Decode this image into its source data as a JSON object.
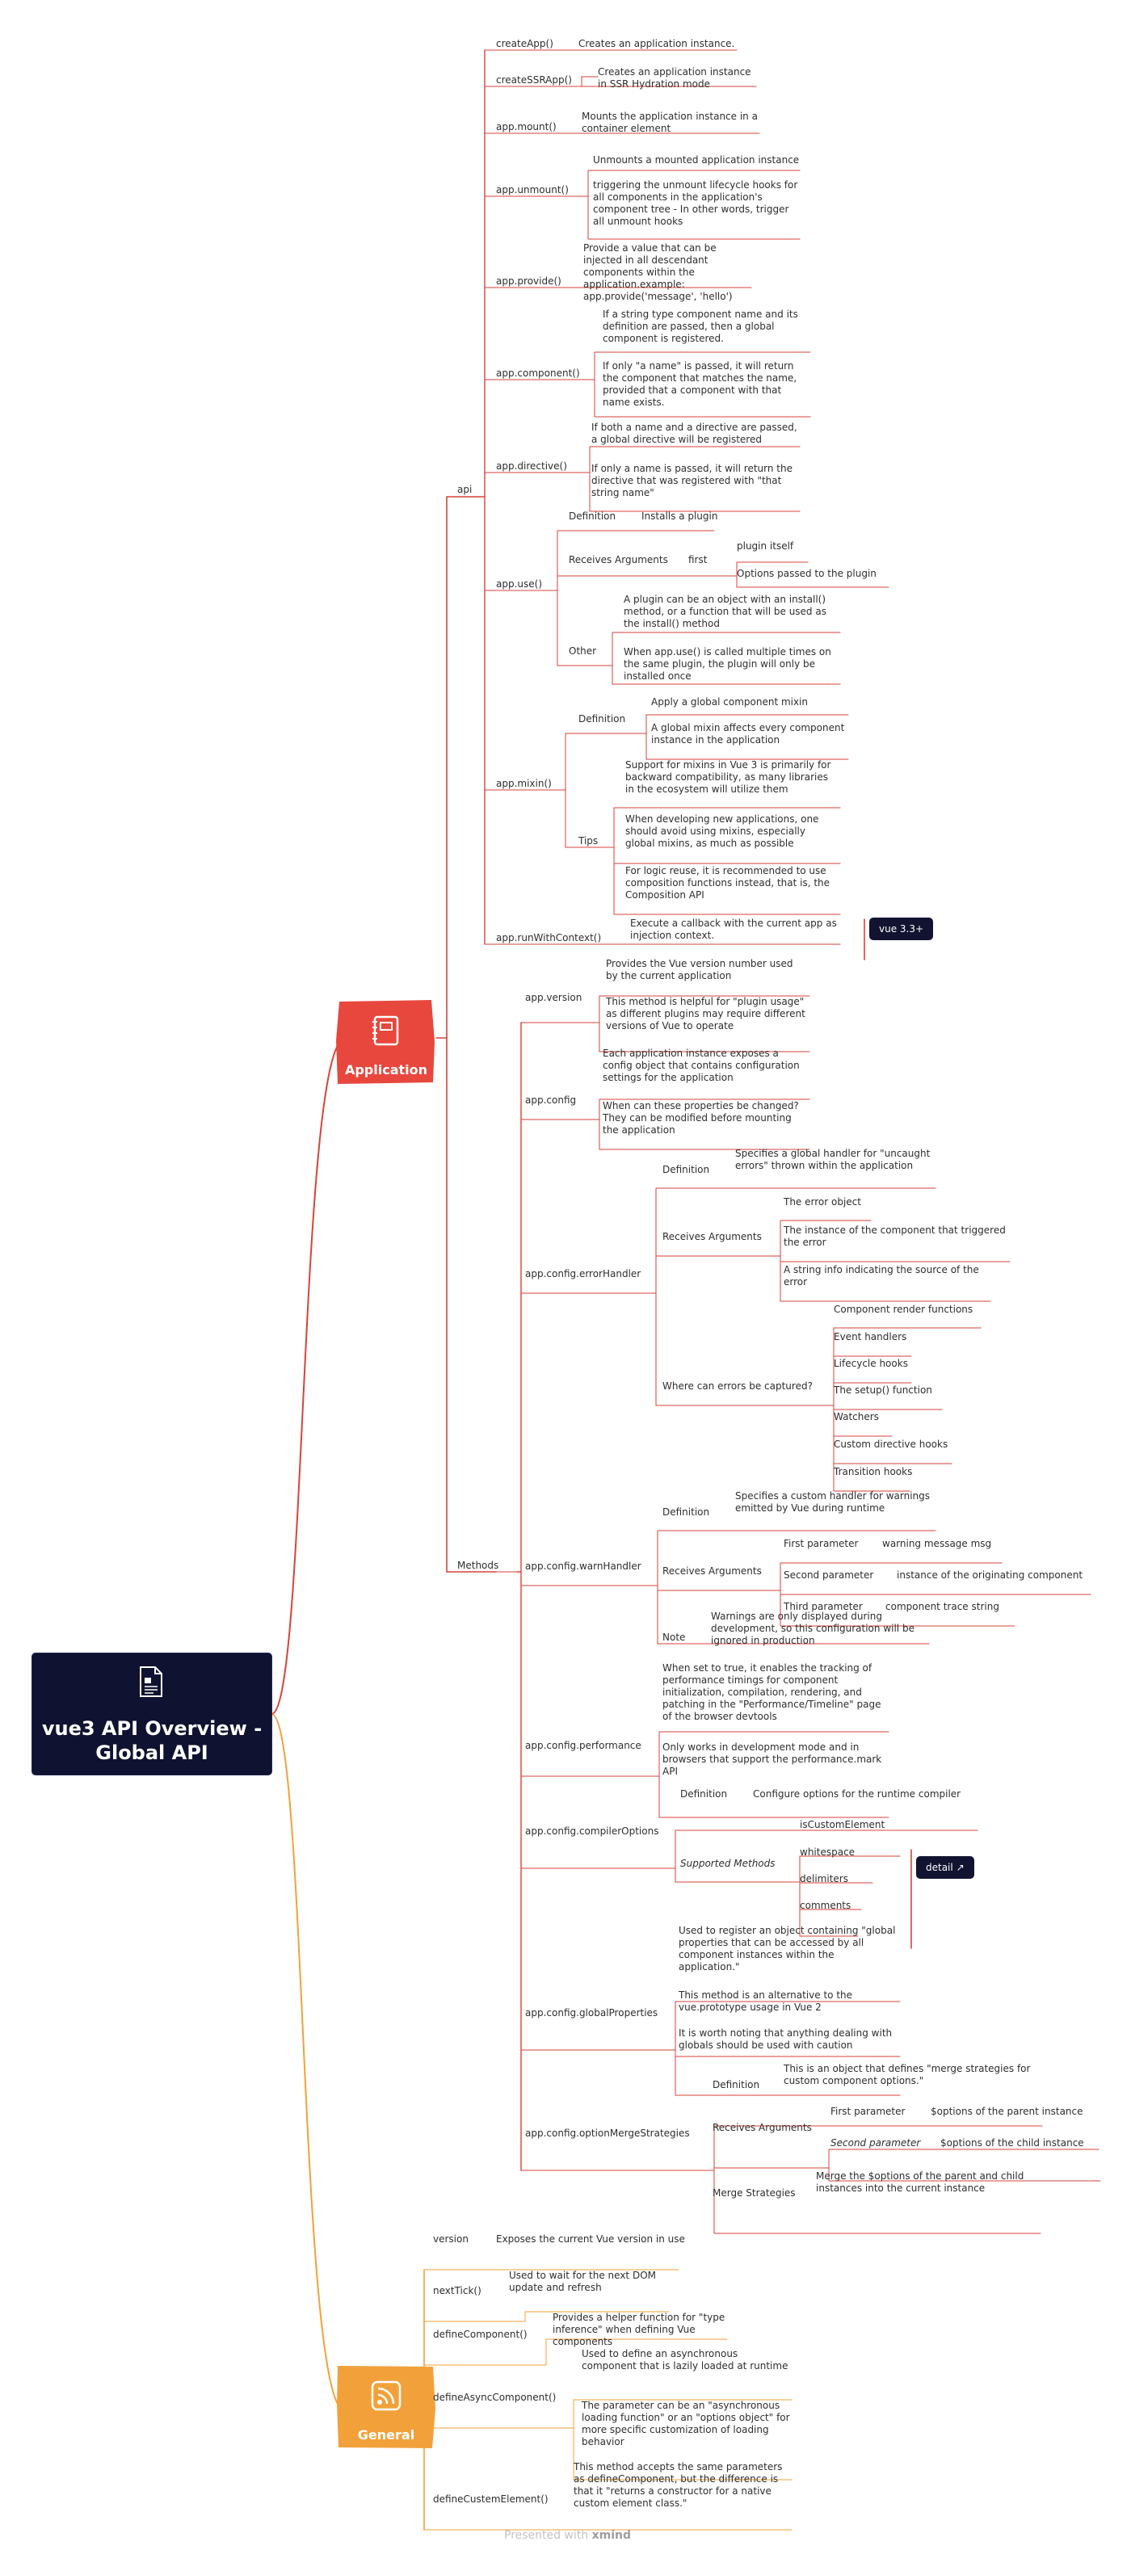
{
  "title": "vue3 API Overview - Global API",
  "footer": {
    "prefix": "Presented with",
    "brand": "xmind"
  },
  "application": {
    "label": "Application",
    "api": {
      "label": "api",
      "createApp": {
        "label": "createApp()",
        "desc": "Creates an application instance."
      },
      "createSSRApp": {
        "label": "createSSRApp()",
        "desc": "Creates an application instance in SSR Hydration mode"
      },
      "mount": {
        "label": "app.mount()",
        "desc": "Mounts the application instance in a container element"
      },
      "unmount": {
        "label": "app.unmount()",
        "d1": "Unmounts a mounted application instance",
        "d2": "triggering the unmount lifecycle hooks for all components in the application's component tree - In other words, trigger all unmount hooks"
      },
      "provide": {
        "label": "app.provide()",
        "desc": "Provide a value that can be injected in all descendant components within the application.example: app.provide('message', 'hello')"
      },
      "component": {
        "label": "app.component()",
        "d1": "If a string type component name and its definition are passed, then a global component is registered.",
        "d2": "If only \"a name\" is passed, it will return the component that matches the name, provided that a component with that name exists."
      },
      "directive": {
        "label": "app.directive()",
        "d1": "If both a name and a directive are passed, a global directive will be registered",
        "d2": "If only a name is passed, it will return the directive that was registered with \"that string name\""
      },
      "use": {
        "label": "app.use()",
        "definition": {
          "label": "Definition",
          "desc": "Installs a plugin"
        },
        "args": {
          "label": "Receives Arguments",
          "first": "first",
          "a1": "plugin itself",
          "a2": "Options passed to the plugin"
        },
        "other": {
          "label": "Other",
          "d1": "A plugin can be an object with an install() method, or a function that will be used as the install() method",
          "d2": "When app.use() is called multiple times on the same plugin, the plugin will only be installed once"
        }
      },
      "mixin": {
        "label": "app.mixin()",
        "definition": {
          "label": "Definition",
          "d1": "Apply a global component mixin",
          "d2": "A global mixin affects every component instance in the application"
        },
        "tips": {
          "label": "Tips",
          "t1": "Support for mixins in Vue 3 is primarily for backward compatibility, as many libraries in the ecosystem will utilize them",
          "t2": "When developing new applications, one should avoid using mixins, especially global mixins, as much as possible",
          "t3": "For logic reuse, it is recommended to use composition functions instead, that is, the Composition API"
        }
      },
      "runWithContext": {
        "label": "app.runWithContext()",
        "desc": "Execute a callback with the current app as injection context.",
        "badge": "vue 3.3+"
      }
    },
    "methods": {
      "label": "Methods",
      "version": {
        "label": "app.version",
        "d1": "Provides the Vue version number used by the current application",
        "d2": "This method is helpful for \"plugin usage\" as different plugins may require different versions of Vue to operate"
      },
      "config": {
        "label": "app.config",
        "d1": "Each application instance exposes a config object that contains configuration settings for the application",
        "d2": "When can these properties be changed? They can be modified before mounting the application"
      },
      "errorHandler": {
        "label": "app.config.errorHandler",
        "definition": {
          "label": "Definition",
          "desc": "Specifies a global handler for \"uncaught errors\" thrown within the application"
        },
        "args": {
          "label": "Receives Arguments",
          "a1": "The error object",
          "a2": "The instance of the component that triggered the error",
          "a3": "A string info indicating the source of the error"
        },
        "captured": {
          "label": "Where can errors be captured?",
          "items": [
            "Component render functions",
            "Event handlers",
            "Lifecycle hooks",
            "The setup() function",
            "Watchers",
            "Custom directive hooks",
            "Transition hooks"
          ]
        }
      },
      "warnHandler": {
        "label": "app.config.warnHandler",
        "definition": {
          "label": "Definition",
          "desc": "Specifies a custom handler for warnings emitted by Vue during runtime"
        },
        "args": {
          "label": "Receives Arguments",
          "p1": "First parameter",
          "v1": "warning message msg",
          "p2": "Second parameter",
          "v2": "instance of the originating component",
          "p3": "Third parameter",
          "v3": "component trace string"
        },
        "note": {
          "label": "Note",
          "desc": "Warnings are only displayed during development, so this configuration will be ignored in production"
        }
      },
      "performance": {
        "label": "app.config.performance",
        "d1": "When set to true, it enables the tracking of performance timings for component initialization, compilation, rendering, and patching in the \"Performance/Timeline\" page of the browser devtools",
        "d2": "Only works in development mode and in browsers that support the performance.mark API"
      },
      "compilerOptions": {
        "label": "app.config.compilerOptions",
        "definition": {
          "label": "Definition",
          "desc": "Configure options for the runtime compiler"
        },
        "supported": {
          "label": "Supported Methods",
          "items": [
            "isCustomElement",
            "whitespace",
            "delimiters",
            "comments"
          ]
        },
        "badge": "detail"
      },
      "globalProperties": {
        "label": "app.config.globalProperties",
        "d1": "Used to register an object containing \"global properties that can be accessed by all component instances within the application.\"",
        "d2": "This method is an alternative to the vue.prototype usage in Vue 2",
        "d3": "It is worth noting that anything dealing with globals should be used with caution"
      },
      "optionMergeStrategies": {
        "label": "app.config.optionMergeStrategies",
        "definition": {
          "label": "Definition",
          "desc": "This is an object that defines \"merge strategies for custom component options.\""
        },
        "args": {
          "label": "Receives Arguments",
          "p1": "First parameter",
          "v1": "$options of the parent instance",
          "p2": "Second parameter",
          "v2": "$options of the child instance"
        },
        "merge": {
          "label": "Merge Strategies",
          "desc": "Merge the $options of the parent and child instances into the current instance"
        }
      }
    }
  },
  "general": {
    "label": "General",
    "version": {
      "label": "version",
      "desc": "Exposes the current Vue version in use"
    },
    "nextTick": {
      "label": "nextTick()",
      "desc": "Used to wait for the next DOM update and refresh"
    },
    "defineComponent": {
      "label": "defineComponent()",
      "desc": "Provides a helper function for \"type inference\" when defining Vue components"
    },
    "defineAsyncComponent": {
      "label": "defineAsyncComponent()",
      "d1": "Used to define an asynchronous component that is lazily loaded at runtime",
      "d2": "The parameter can be an \"asynchronous loading function\" or an \"options object\" for more specific customization of loading behavior"
    },
    "defineCustomElement": {
      "label": "defineCustemElement()",
      "desc": "This method accepts the same parameters as defineComponent, but the difference is that it \"returns a constructor for a native custom element class.\""
    }
  },
  "colors": {
    "application": "#e8473e",
    "general": "#f2a13a",
    "root": "#101231"
  }
}
